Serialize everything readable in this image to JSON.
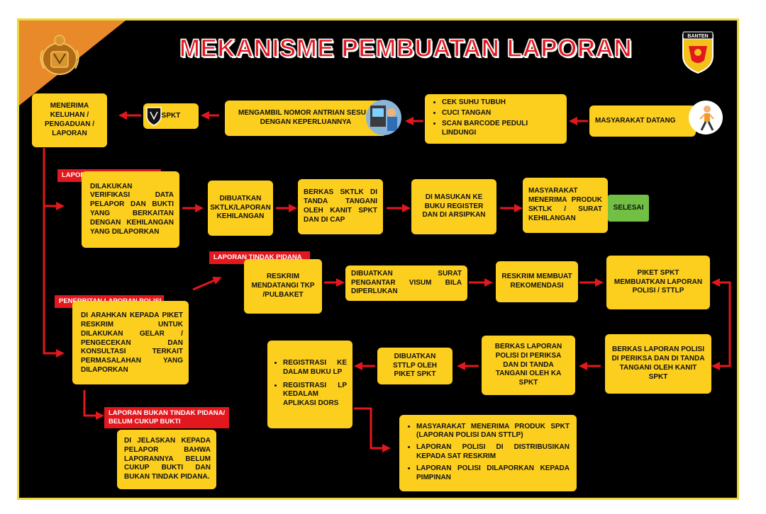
{
  "title": "MEKANISME PEMBUATAN LAPORAN",
  "badge_right": "BANTEN",
  "row1": {
    "masyarakat_datang": "MASYARAKAT DATANG",
    "protokol": [
      "CEK SUHU TUBUH",
      "CUCI TANGAN",
      "SCAN BARCODE PEDULI LINDUNGI"
    ],
    "nomor_antrian": "MENGAMBIL NOMOR ANTRIAN SESUAI DENGAN KEPERLUANNYA",
    "spkt": "SPKT",
    "menerima": "MENERIMA KELUHAN / PENGADUAN / LAPORAN"
  },
  "kehilangan": {
    "label": "LAPORAN KEHILANGAN",
    "verifikasi": "DILAKUKAN VERIFIKASI DATA PELAPOR DAN BUKTI YANG BERKAITAN DENGAN KEHILANGAN YANG DILAPORKAN",
    "dibuatkan": "DIBUATKAN SKTLK/LAPORAN KEHILANGAN",
    "berkas": "BERKAS SKTLK DI TANDA TANGANI OLEH KANIT SPKT DAN DI CAP",
    "register": "DI MASUKAN KE BUKU REGISTER DAN DI ARSIPKAN",
    "menerima": "MASYARAKAT MENERIMA PRODUK SKTLK / SURAT KEHILANGAN",
    "selesai": "SELESAI"
  },
  "pidana": {
    "label": "LAPORAN TINDAK PIDANA",
    "reskrim_tkp": "RESKRIM MENDATANGI TKP /PULBAKET",
    "visum": "DIBUATKAN SURAT PENGANTAR VISUM BILA DIPERLUKAN",
    "rekomendasi": "RESKRIM MEMBUAT REKOMENDASI",
    "piket": "PIKET SPKT MEMBUATKAN LAPORAN POLISI / STTLP",
    "berkas_kanit": "BERKAS LAPORAN POLISI DI PERIKSA DAN DI TANDA TANGANI OLEH KANIT SPKT",
    "berkas_ka": "BERKAS LAPORAN POLISI DI PERIKSA DAN DI TANDA TANGANI OLEH KA SPKT",
    "sttlp": "DIBUATKAN STTLP OLEH PIKET SPKT",
    "registrasi": [
      "REGISTRASI KE DALAM BUKU LP",
      "REGISTRASI LP KEDALAM APLIKASI DORS"
    ],
    "produk": [
      "MASYARAKAT MENERIMA PRODUK SPKT (LAPORAN POLISI DAN STTLP)",
      "LAPORAN POLISI DI DISTRIBUSIKAN KEPADA SAT RESKRIM",
      "LAPORAN POLISI DILAPORKAN KEPADA PIMPINAN"
    ]
  },
  "penerbitan": {
    "label": "PENERBITAN LAPORAN POLISI",
    "text": "DI ARAHKAN KEPADA PIKET RESKRIM UNTUK DILAKUKAN GELAR / PENGECEKAN DAN KONSULTASI TERKAIT PERMASALAHAN YANG DILAPORKAN"
  },
  "bukan_pidana": {
    "label_1": "LAPORAN BUKAN TINDAK PIDANA/",
    "label_2": "BELUM CUKUP BUKTI",
    "text": "DI JELASKAN KEPADA PELAPOR BAHWA LAPORANNYA BELUM CUKUP BUKTI DAN BUKAN TINDAK PIDANA."
  },
  "colors": {
    "box": "#fccf1f",
    "label": "#e3171e",
    "arrow": "#e3171e",
    "done": "#72c043",
    "frame": "#e8d83a",
    "corner": "#e98a2a"
  }
}
